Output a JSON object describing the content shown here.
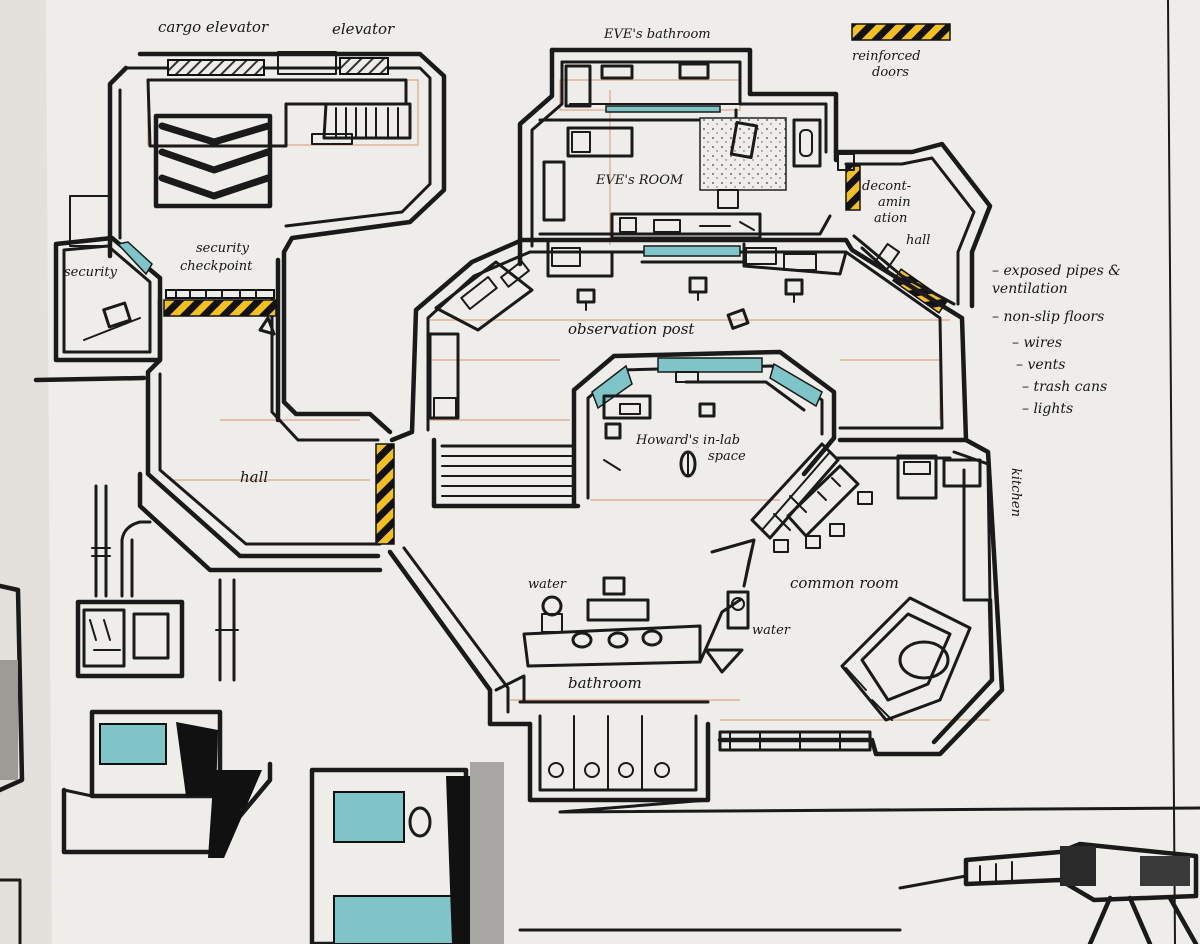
{
  "rooms": {
    "cargo_elevator": "cargo elevator",
    "elevator": "elevator",
    "eves_bathroom": "EVE's bathroom",
    "eves_room": "EVE's ROOM",
    "decontamination_hall": [
      "decont-",
      "amin",
      "ation",
      "hall"
    ],
    "security": "security",
    "security_checkpoint": [
      "security",
      "checkpoint"
    ],
    "observation_post": "observation post",
    "howards_space": [
      "Howard's in-lab",
      "space"
    ],
    "hall": "hall",
    "kitchen": "kitchen",
    "water_left": "water",
    "water_right": "water",
    "common_room": "common room",
    "bathroom": "bathroom"
  },
  "legend": {
    "reinforced_doors": [
      "reinforced",
      "doors"
    ],
    "notes": [
      "exposed pipes & ventilation",
      "non-slip floors",
      "wires",
      "vents",
      "trash cans",
      "lights"
    ]
  },
  "colors": {
    "paper": "#efedea",
    "ink": "#1a1a1a",
    "hazard_yellow": "#f2c21b",
    "glass_blue": "#7fc4c8",
    "pencil": "#d98b6a"
  }
}
